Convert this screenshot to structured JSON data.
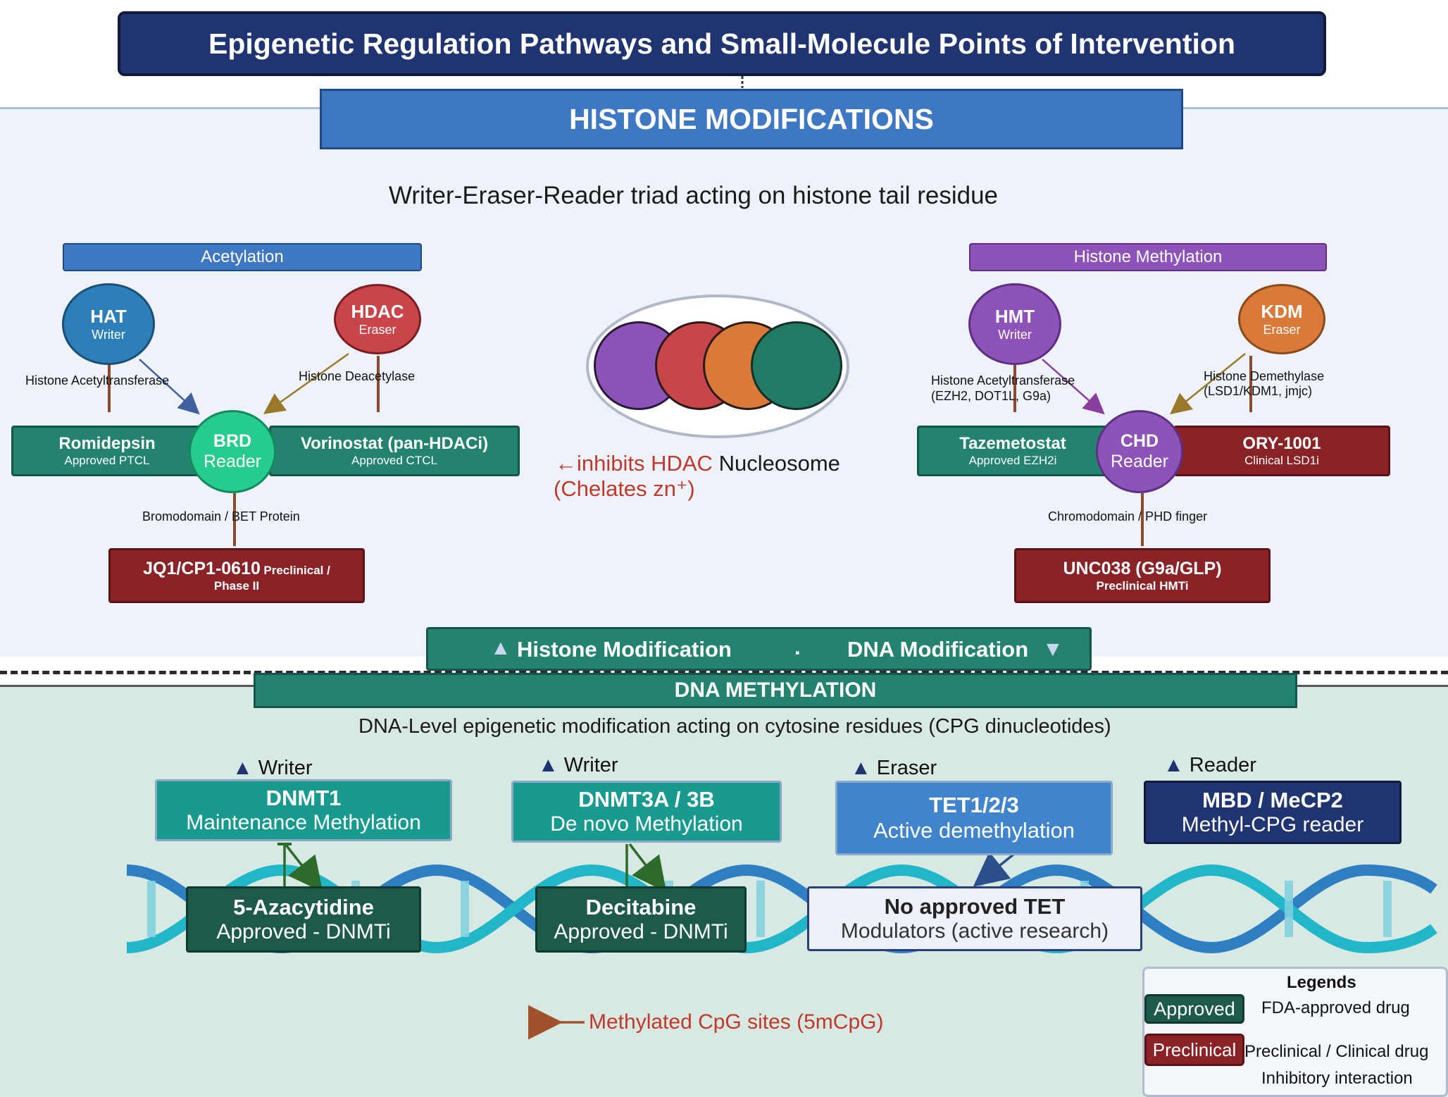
{
  "title": "Epigenetic Regulation Pathways and Small-Molecule Points of Intervention",
  "histone": {
    "header": "HISTONE MODIFICATIONS",
    "subtitle": "Writer-Eraser-Reader triad acting on histone tail residue",
    "acetylation": {
      "label": "Acetylation",
      "hat": {
        "name": "HAT",
        "role": "Writer",
        "desc": "Histone Acetyltransferase"
      },
      "hdac": {
        "name": "HDAC",
        "role": "Eraser",
        "desc": "Histone Deacetylase"
      },
      "brd": {
        "name": "BRD",
        "role": "Reader",
        "desc": "Bromodomain / BET Protein"
      },
      "romidepsin": {
        "name": "Romidepsin",
        "status": "Approved PTCL"
      },
      "vorinostat": {
        "name": "Vorinostat (pan-HDACi)",
        "status": "Approved CTCL"
      },
      "jq1": {
        "name": "JQ1/CP1-0610",
        "status_a": "Preclinical /",
        "status_b": "Phase II"
      }
    },
    "nucleosome": {
      "inhibit_text": "←inhibits HDAC",
      "label": "Nucleosome",
      "chelates": "(Chelates zn⁺)",
      "colors": [
        "#8e53b8",
        "#c9454a",
        "#d97a38",
        "#237a64"
      ]
    },
    "methylation": {
      "label": "Histone Methylation",
      "hmt": {
        "name": "HMT",
        "role": "Writer",
        "desc_a": "Histone Acetyltransferase",
        "desc_b": "(EZH2, DOT1L, G9a)"
      },
      "kdm": {
        "name": "KDM",
        "role": "Eraser",
        "desc_a": "Histone Demethylase",
        "desc_b": "(LSD1/KDM1, jmjc)"
      },
      "chd": {
        "name": "CHD",
        "role": "Reader",
        "desc": "Chromodomain / PHD finger"
      },
      "tazemetostat": {
        "name": "Tazemetostat",
        "status": "Approved EZH2i"
      },
      "ory": {
        "name": "ORY-1001",
        "status": "Clinical LSD1i"
      },
      "unc": {
        "name": "UNC038 (G9a/GLP)",
        "status": "Preclinical HMTi"
      }
    }
  },
  "divider": {
    "left": "Histone Modification",
    "dot": ".",
    "right": "DNA Modification"
  },
  "dna": {
    "header": "DNA METHYLATION",
    "subtitle": "DNA-Level epigenetic modification acting on cytosine residues (CPG dinucleotides)",
    "dnmt1": {
      "tag": "Writer",
      "name": "DNMT1",
      "desc": "Maintenance Methylation"
    },
    "dnmt3": {
      "tag": "Writer",
      "name": "DNMT3A / 3B",
      "desc": "De novo Methylation"
    },
    "tet": {
      "tag": "Eraser",
      "name": "TET1/2/3",
      "desc": "Active demethylation"
    },
    "mbd": {
      "tag": "Reader",
      "name": "MBD / MeCP2",
      "desc": "Methyl-CPG reader"
    },
    "azacytidine": {
      "name": "5-Azacytidine",
      "status": "Approved - DNMTi"
    },
    "decitabine": {
      "name": "Decitabine",
      "status": "Approved - DNMTi"
    },
    "tet_mod": {
      "name": "No approved TET",
      "status": "Modulators (active research)"
    },
    "cpg_note": "Methylated CpG sites (5mCpG)"
  },
  "legend": {
    "title": "Legends",
    "approved_tag": "Approved",
    "approved_desc": "FDA-approved drug",
    "preclinical_tag": "Preclinical",
    "preclinical_desc": "Preclinical / Clinical  drug",
    "inhibit_desc": "Inhibitory interaction"
  },
  "colors": {
    "navy": "#1f3470",
    "blue": "#3f78c2",
    "teal": "#23836f",
    "dark_teal": "#1d5a4b",
    "maroon": "#8a2327",
    "purple": "#8e53b8",
    "orange": "#d97a38",
    "red": "#c9454a",
    "green_reader": "#26cc8d",
    "arrow_brown": "#a0522d",
    "note_red": "#c0392b"
  }
}
